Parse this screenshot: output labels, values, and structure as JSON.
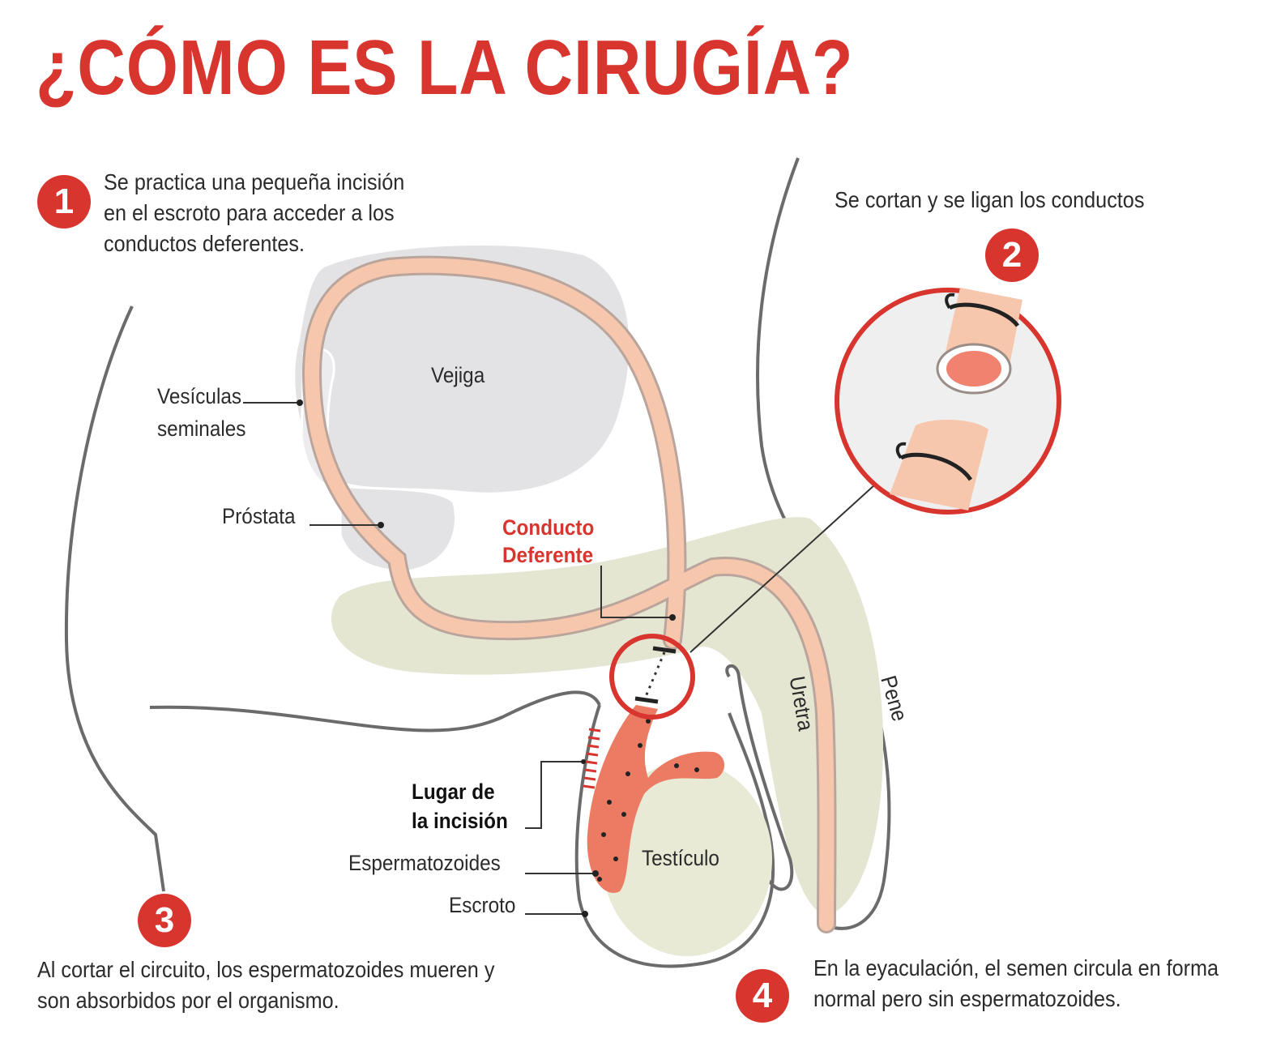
{
  "title": "¿CÓMO ES LA CIRUGÍA?",
  "steps": [
    {
      "number": "1",
      "text": "Se practica una pequeña incisión en el escroto para acceder a los conductos deferentes."
    },
    {
      "number": "2",
      "text": "Se cortan y se ligan los conductos"
    },
    {
      "number": "3",
      "text": "Al cortar el circuito, los espermatozoides mueren y son absorbidos por el organismo."
    },
    {
      "number": "4",
      "text": "En la eyaculación, el semen circula en forma normal pero sin espermatozoides."
    }
  ],
  "labels": {
    "vesiculas": "Vesículas",
    "seminales": "seminales",
    "vejiga": "Vejiga",
    "prostata": "Próstata",
    "conducto": "Conducto",
    "deferente": "Deferente",
    "lugar_de": "Lugar de",
    "la_incision": "la incisión",
    "espermatozoides": "Espermatozoides",
    "escroto": "Escroto",
    "testiculo": "Testículo",
    "uretra": "Uretra",
    "pene": "Pene"
  },
  "colors": {
    "accent": "#d8352f",
    "duct": "#f6c6ad",
    "bladder": "#e3e3e5",
    "tissue": "#e4e6d2",
    "testis": "#e8ead5",
    "sperm": "#ec7b64",
    "outline": "#6b6b6b"
  }
}
